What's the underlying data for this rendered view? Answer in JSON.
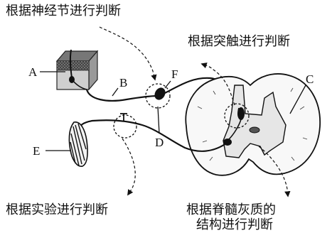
{
  "captions": {
    "ganglion": "根据神经节进行判断",
    "synapse": "根据突触进行判断",
    "experiment": "根据实验进行判断",
    "grey_matter_line1": "根据脊髓灰质的",
    "grey_matter_line2": "结构进行判断"
  },
  "labels": {
    "A": "A",
    "B": "B",
    "C": "C",
    "D": "D",
    "E": "E",
    "F": "F"
  }
}
